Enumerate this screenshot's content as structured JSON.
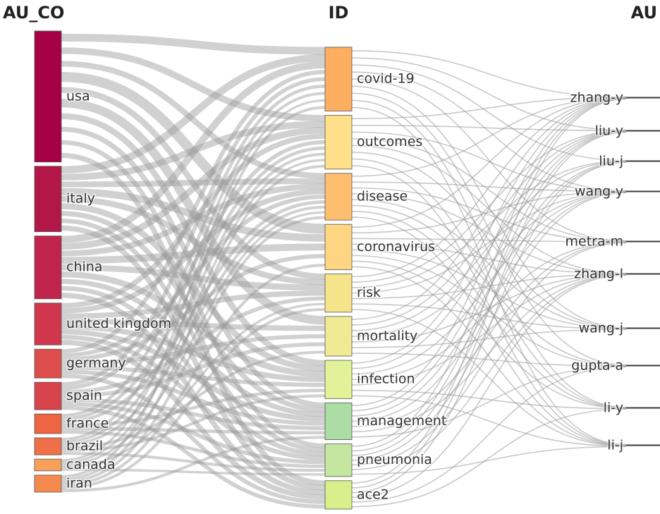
{
  "headers": {
    "left": "AU_CO",
    "middle": "ID",
    "right": "AU"
  },
  "chart_data": {
    "type": "sankey",
    "columns": [
      {
        "name": "AU_CO",
        "nodes": [
          {
            "label": "usa",
            "value": 100,
            "color": "#a50044"
          },
          {
            "label": "italy",
            "value": 50,
            "color": "#b31747"
          },
          {
            "label": "china",
            "value": 48,
            "color": "#c0234b"
          },
          {
            "label": "united kingdom",
            "value": 32,
            "color": "#d0374f"
          },
          {
            "label": "germany",
            "value": 22,
            "color": "#dd4d4b"
          },
          {
            "label": "spain",
            "value": 21,
            "color": "#d8444b"
          },
          {
            "label": "france",
            "value": 15,
            "color": "#ee6543"
          },
          {
            "label": "brazil",
            "value": 13,
            "color": "#ef7048"
          },
          {
            "label": "canada",
            "value": 9,
            "color": "#f8a05a"
          },
          {
            "label": "iran",
            "value": 13,
            "color": "#f58a4f"
          }
        ]
      },
      {
        "name": "ID",
        "nodes": [
          {
            "label": "covid-19",
            "value": 45,
            "color": "#fdae61"
          },
          {
            "label": "outcomes",
            "value": 38,
            "color": "#fee08b"
          },
          {
            "label": "disease",
            "value": 33,
            "color": "#fdbf6f"
          },
          {
            "label": "coronavirus",
            "value": 32,
            "color": "#fed683"
          },
          {
            "label": "risk",
            "value": 27,
            "color": "#f6e48a"
          },
          {
            "label": "mortality",
            "value": 28,
            "color": "#efea93"
          },
          {
            "label": "infection",
            "value": 27,
            "color": "#e3f299"
          },
          {
            "label": "management",
            "value": 26,
            "color": "#abdda4"
          },
          {
            "label": "pneumonia",
            "value": 23,
            "color": "#c4e6a0"
          },
          {
            "label": "ace2",
            "value": 20,
            "color": "#d9ef8b"
          }
        ]
      },
      {
        "name": "AU",
        "nodes": [
          {
            "label": "zhang-y",
            "value": 6,
            "color": "#3a3a3a"
          },
          {
            "label": "liu-y",
            "value": 5,
            "color": "#3a3a3a"
          },
          {
            "label": "liu-j",
            "value": 5,
            "color": "#3a3a3a"
          },
          {
            "label": "wang-y",
            "value": 5,
            "color": "#3a3a3a"
          },
          {
            "label": "metra-m",
            "value": 5,
            "color": "#3a3a3a"
          },
          {
            "label": "zhang-l",
            "value": 5,
            "color": "#3a3a3a"
          },
          {
            "label": "wang-j",
            "value": 5,
            "color": "#3a3a3a"
          },
          {
            "label": "gupta-a",
            "value": 5,
            "color": "#3a3a3a"
          },
          {
            "label": "li-y",
            "value": 5,
            "color": "#3a3a3a"
          },
          {
            "label": "li-j",
            "value": 4,
            "color": "#3a3a3a"
          }
        ]
      }
    ],
    "link_color": "#9a9a9a"
  }
}
